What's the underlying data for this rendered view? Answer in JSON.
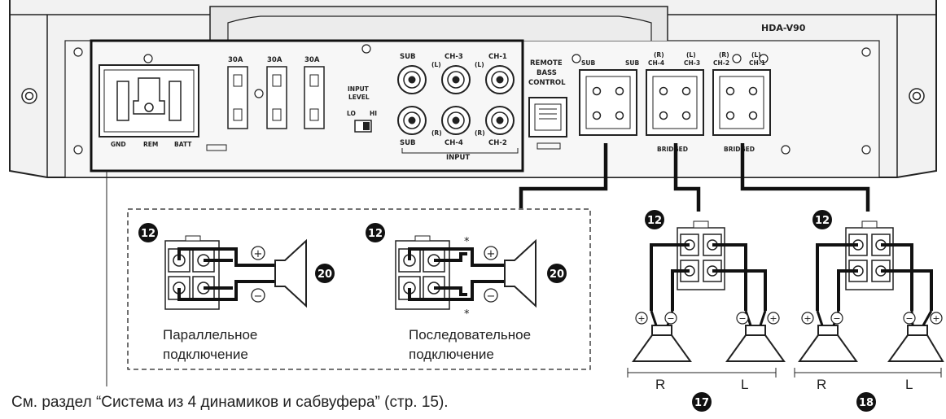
{
  "model": "HDA-V90",
  "power": {
    "gnd": "GND",
    "rem": "REM",
    "batt": "BATT"
  },
  "fuses": [
    "30A",
    "30A",
    "30A"
  ],
  "input_level": {
    "title_1": "INPUT",
    "title_2": "LEVEL",
    "lo": "LO",
    "hi": "HI"
  },
  "rca": {
    "top": [
      "SUB",
      "CH-3",
      "CH-1"
    ],
    "top_marks": [
      "(L)",
      "(L)"
    ],
    "bottom": [
      "SUB",
      "CH-4",
      "CH-2"
    ],
    "bottom_marks": [
      "(R)",
      "(R)"
    ],
    "group": "INPUT"
  },
  "remote": {
    "line1": "REMOTE",
    "line2": "BASS",
    "line3": "CONTROL"
  },
  "speaker_out": {
    "sub_left": "SUB",
    "sub_right": "SUB",
    "ch4_mark": "(R)",
    "ch4": "CH-4",
    "ch3_mark": "(L)",
    "ch3": "CH-3",
    "ch2_mark": "(R)",
    "ch2": "CH-2",
    "ch1_mark": "(L)",
    "ch1": "CH-1",
    "bridged": "BRIDGED"
  },
  "badges": {
    "connector": "12",
    "woofer": "20",
    "pair_front": "17",
    "pair_rear": "18"
  },
  "polarity": {
    "plus": "+",
    "minus": "−",
    "asterisk": "*"
  },
  "parallel": {
    "line1": "Параллельное",
    "line2": "подключение"
  },
  "series": {
    "line1": "Последовательное",
    "line2": "подключение"
  },
  "pair_left": {
    "r": "R",
    "l": "L"
  },
  "pair_right": {
    "r": "R",
    "l": "L"
  },
  "footnote": "См. раздел “Система из 4 динамиков и сабвуфера” (стр. 15)."
}
